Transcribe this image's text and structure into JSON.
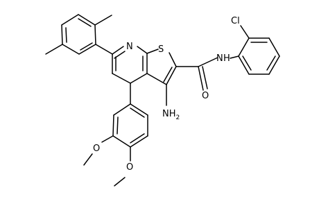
{
  "molecule": {
    "atoms": {
      "n_ring": "N",
      "s_ring": "S",
      "nh_amide": "N",
      "h_amide": "H",
      "cl": "Cl",
      "o_carbonyl": "O",
      "nh2_n": "NH",
      "nh2_sub": "2",
      "o_methoxy_1": "O",
      "o_methoxy_2": "O"
    },
    "colors": {
      "bond": "#000000",
      "label": "#000000"
    }
  }
}
